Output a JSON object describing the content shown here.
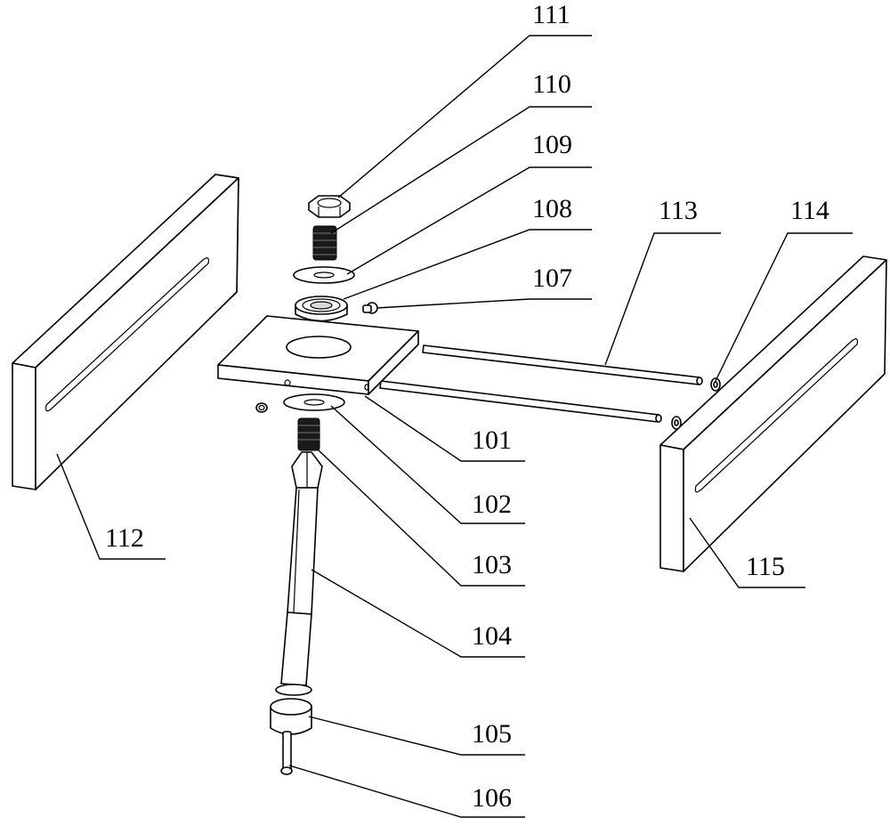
{
  "callouts": {
    "c101": "101",
    "c102": "102",
    "c103": "103",
    "c104": "104",
    "c105": "105",
    "c106": "106",
    "c107": "107",
    "c108": "108",
    "c109": "109",
    "c110": "110",
    "c111": "111",
    "c112": "112",
    "c113": "113",
    "c114": "114",
    "c115": "115"
  },
  "colors": {
    "line": "#000000",
    "background": "#ffffff",
    "spring": "#1a1a1a"
  }
}
